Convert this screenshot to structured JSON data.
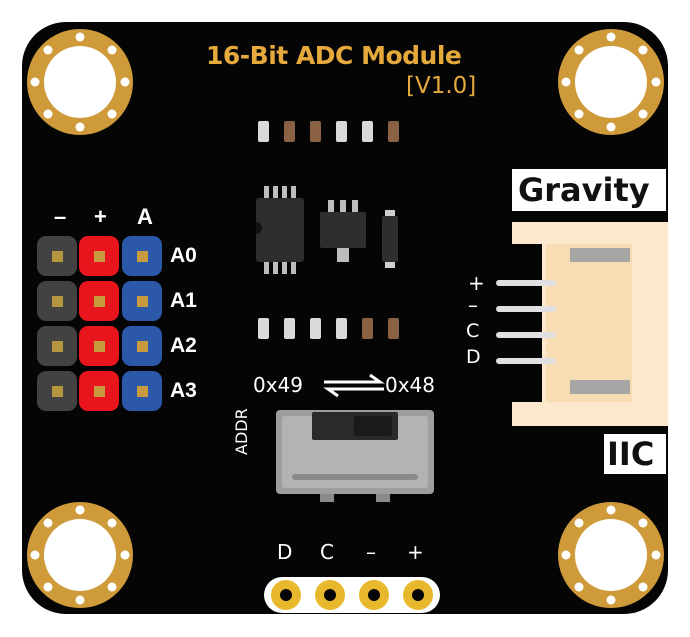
{
  "board": {
    "title": "16-Bit ADC Module",
    "version": "[V1.0]"
  },
  "left_header": {
    "labels": [
      "–",
      "+",
      "A"
    ],
    "rows": [
      "A0",
      "A1",
      "A2",
      "A3"
    ]
  },
  "gravity": {
    "label": "Gravity",
    "interface": "IIC",
    "pins": [
      "+",
      "–",
      "C",
      "D"
    ]
  },
  "address": {
    "left": "0x49",
    "right": "0x48",
    "switch_label": "ADDR"
  },
  "bottom_header": {
    "labels": [
      "D",
      "C",
      "–",
      "+"
    ]
  },
  "colors": {
    "board": "#050505",
    "silkscreen_gold": "#e5a93c",
    "pad_gold": "#cf9a3a",
    "pin_red": "#e8161c",
    "pin_blue": "#2b58a8",
    "pin_black": "#424242",
    "connector": "#fce8cc"
  }
}
